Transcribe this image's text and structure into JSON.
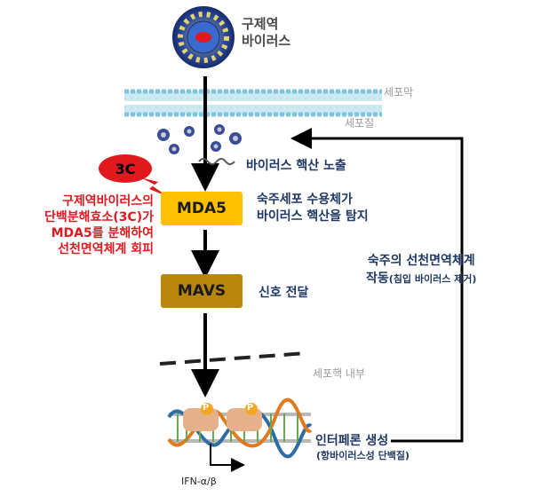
{
  "virus": {
    "label_line1": "구제역",
    "label_line2": "바이러스"
  },
  "compartments": {
    "membrane": "세포막",
    "cytoplasm": "세포질",
    "nucleus_inside": "세포핵 내부"
  },
  "steps": {
    "exposure": "바이러스 핵산 노출",
    "mda5": {
      "box": "MDA5",
      "desc_line1": "숙주세포 수용체가",
      "desc_line2": "바이러스 핵산을 탐지"
    },
    "mavs": {
      "box": "MAVS",
      "desc": "신호 전달"
    },
    "interferon": {
      "title": "인터페론 생성",
      "subtitle": "(항바이러스성 단백질)"
    },
    "gene": "IFN-α/β"
  },
  "protease": {
    "badge": "3C",
    "line1": "구제역바이러스의",
    "line2": "단백분해효소(3C)가",
    "line3": "MDA5를 분해하여",
    "line4": "선천면역체계 회피"
  },
  "feedback": {
    "line1": "숙주의 선천면역체계",
    "line2": "작동",
    "line2_small": "(침입 바이러스 제거)"
  },
  "phospho_label": "P",
  "colors": {
    "mda5": "#ffc000",
    "mavs": "#b8860b",
    "navy": "#1f3864",
    "red": "#e0191f",
    "membrane": "#8ecfe0"
  }
}
